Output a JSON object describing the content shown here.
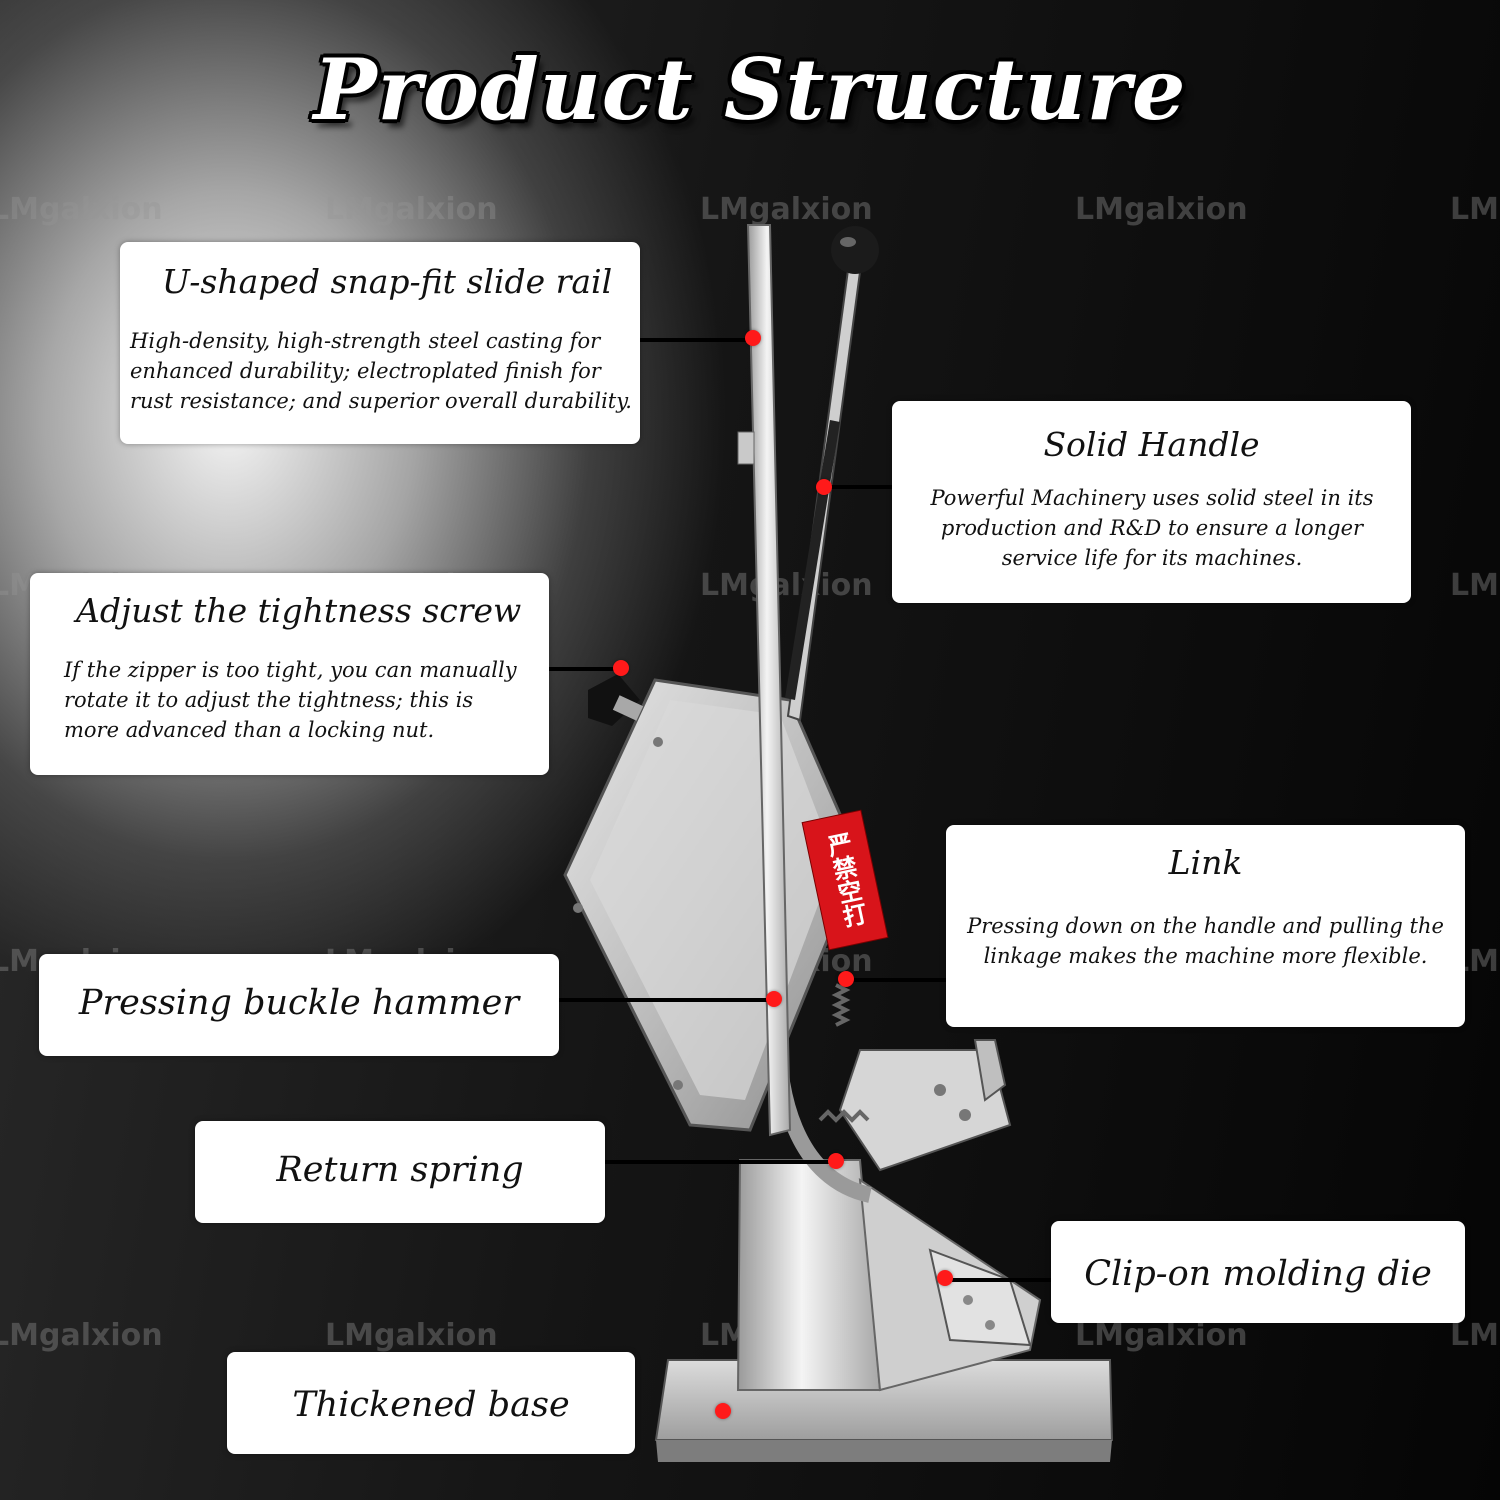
{
  "headline": "Product Structure",
  "watermark": "LMgalxion",
  "warning_label": "严禁空打",
  "callouts": {
    "slide_rail": {
      "title": "U-shaped snap-fit slide rail",
      "description": "High-density, high-strength steel casting for enhanced durability; electroplated finish for rust resistance; and superior overall durability."
    },
    "handle": {
      "title": "Solid Handle",
      "description": "Powerful Machinery uses solid steel in its production and R&D to ensure a longer service life for its machines."
    },
    "screw": {
      "title": "Adjust the tightness screw",
      "description": "If the zipper is too tight, you can manually rotate it to adjust the tightness; this is more advanced than a locking nut."
    },
    "link": {
      "title": "Link",
      "description": "Pressing down on the handle and pulling the linkage makes the machine more flexible."
    },
    "hammer": {
      "title": "Pressing buckle hammer"
    },
    "spring": {
      "title": "Return spring"
    },
    "die": {
      "title": "Clip-on molding die"
    },
    "base": {
      "title": "Thickened base"
    }
  },
  "colors": {
    "marker": "#ff1a1a",
    "leader": "#000000",
    "card": "#ffffff"
  }
}
